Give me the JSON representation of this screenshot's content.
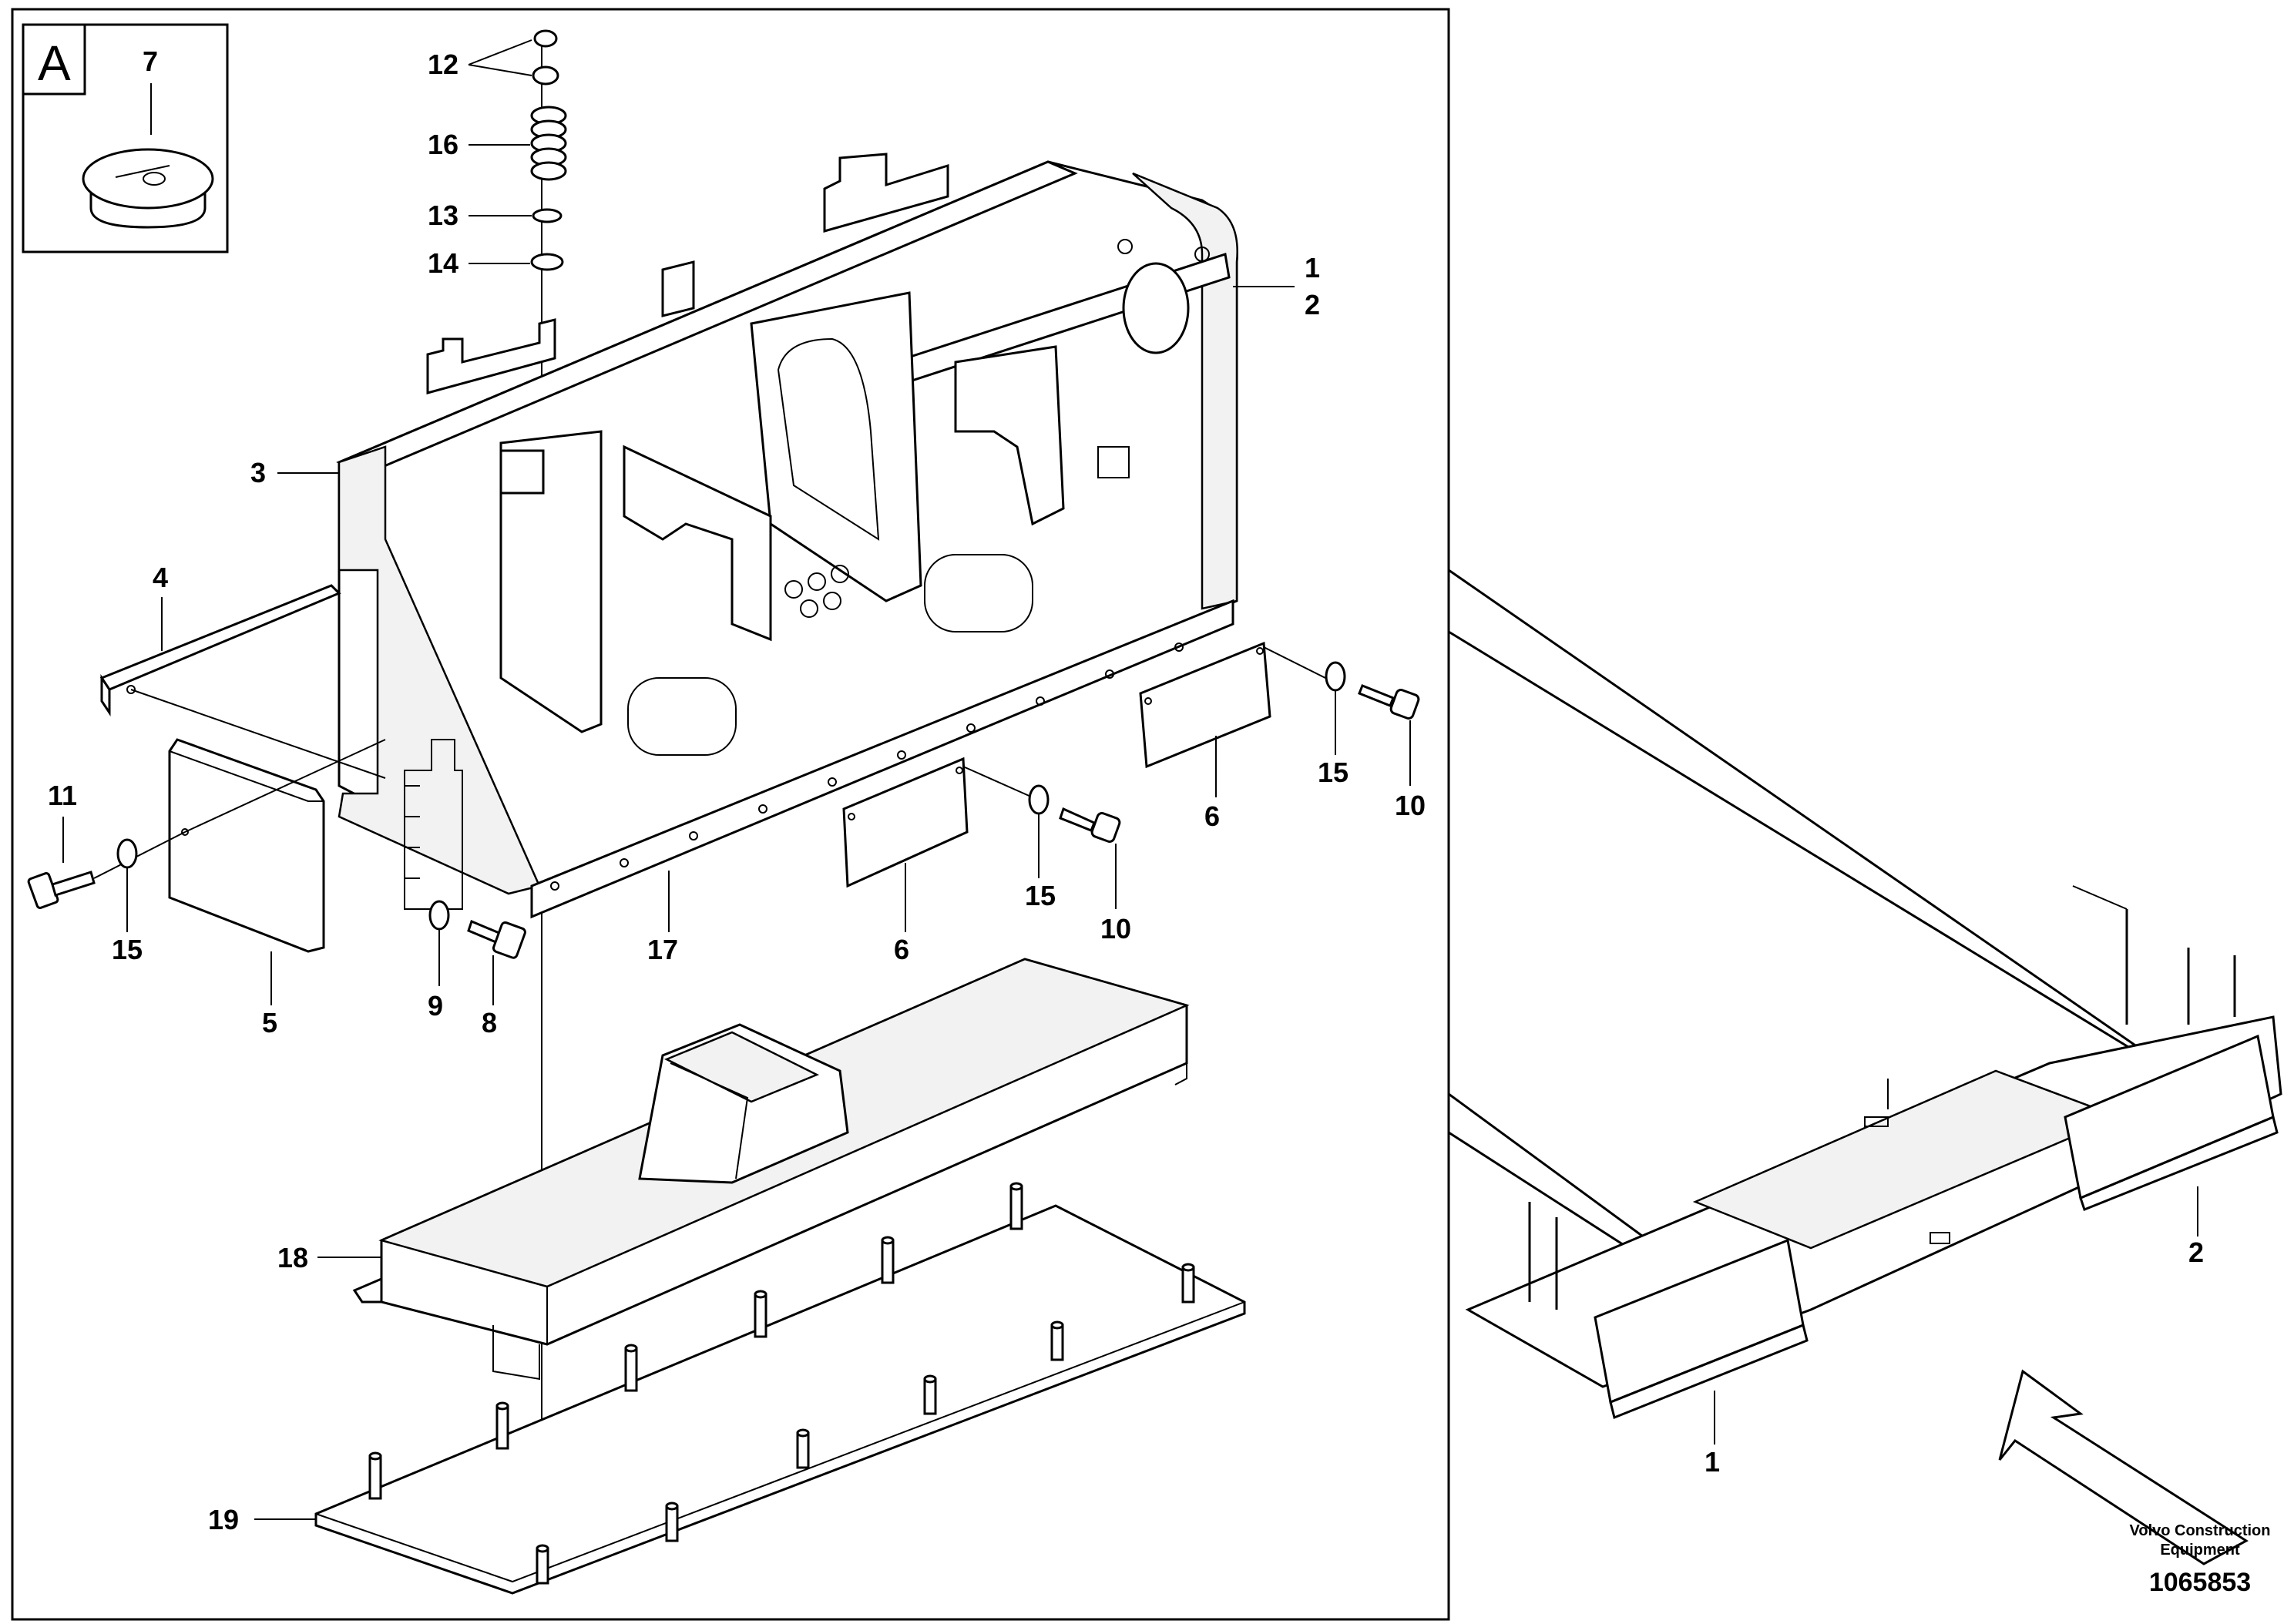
{
  "inset": {
    "letter": "A",
    "part_label": "7"
  },
  "callouts": {
    "c12": "12",
    "c16": "16",
    "c13": "13",
    "c14": "14",
    "c1": "1",
    "c2": "2",
    "c3": "3",
    "c4": "4",
    "c11": "11",
    "c15a": "15",
    "c5": "5",
    "c9": "9",
    "c8": "8",
    "c17": "17",
    "c6a": "6",
    "c15b": "15",
    "c10a": "10",
    "c6b": "6",
    "c15c": "15",
    "c10b": "10",
    "c18": "18",
    "c19": "19"
  },
  "overview": {
    "label_1": "1",
    "label_2": "2"
  },
  "footer": {
    "company_line1": "Volvo Construction",
    "company_line2": "Equipment",
    "drawing_number": "1065853"
  }
}
